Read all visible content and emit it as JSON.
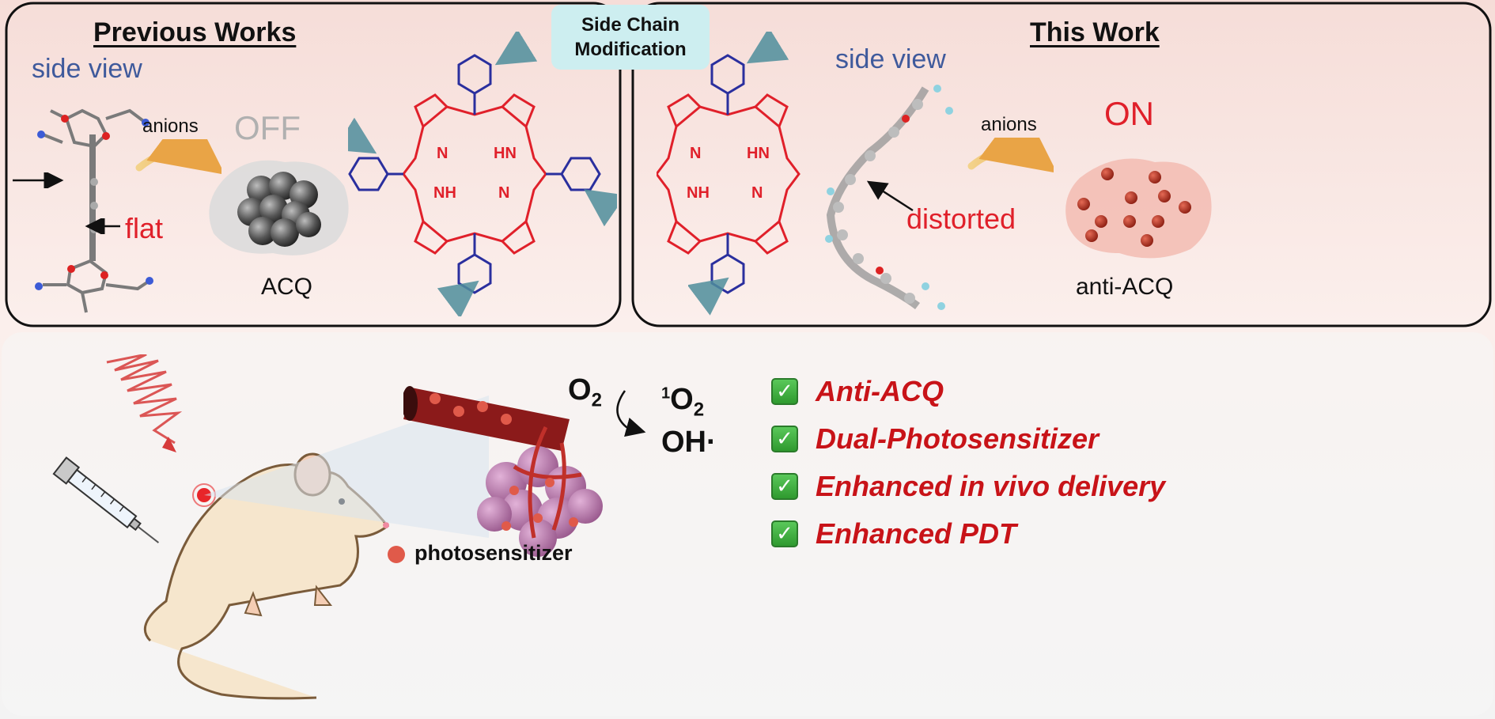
{
  "panels": {
    "previous": {
      "title": "Previous Works",
      "side_view": "side view",
      "flat_label": "flat",
      "anions": "anions",
      "state": "OFF",
      "aggregate_label": "ACQ"
    },
    "modification": {
      "line1": "Side Chain",
      "line2": "Modification"
    },
    "this_work": {
      "title": "This Work",
      "side_view": "side view",
      "distorted_label": "distorted",
      "anions": "anions",
      "state": "ON",
      "aggregate_label": "anti-ACQ"
    },
    "porphyrin_labels": {
      "n": "N",
      "hn": "HN",
      "nh": "NH"
    }
  },
  "bottom": {
    "o2": "O",
    "o2_sub": "2",
    "singlet_sup": "1",
    "singlet": "O",
    "singlet_sub": "2",
    "hydroxyl": "OH·",
    "legend": "photosensitizer",
    "features": [
      "Anti-ACQ",
      "Dual-Photosensitizer",
      "Enhanced in vivo delivery",
      "Enhanced PDT"
    ],
    "check_glyph": "✓"
  },
  "colors": {
    "porphyrin_core": "#e0202a",
    "phenyl": "#2a2f9e",
    "arrow_teal": "#4f8e9c",
    "feature_text": "#c81318",
    "modification_bg": "#cdeef0",
    "background_pink": "#f7e1dc"
  }
}
